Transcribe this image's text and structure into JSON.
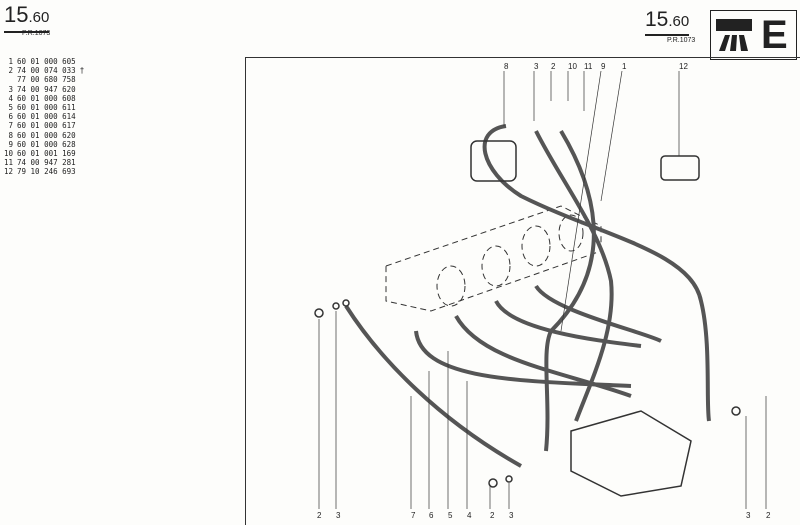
{
  "header": {
    "page_main": "15",
    "page_sub": ".60",
    "pr_ref": "P.R.1073",
    "section_letter": "E"
  },
  "parts": [
    {
      "item": "1",
      "ref": "60 01 000 605",
      "mark": ""
    },
    {
      "item": "2",
      "ref": "74 00 074 033",
      "mark": "†"
    },
    {
      "item": "",
      "ref": "77 00 680 758",
      "mark": ""
    },
    {
      "item": "3",
      "ref": "74 00 947 620",
      "mark": ""
    },
    {
      "item": "4",
      "ref": "60 01 000 608",
      "mark": ""
    },
    {
      "item": "5",
      "ref": "60 01 000 611",
      "mark": ""
    },
    {
      "item": "6",
      "ref": "60 01 000 614",
      "mark": ""
    },
    {
      "item": "7",
      "ref": "60 01 000 617",
      "mark": ""
    },
    {
      "item": "8",
      "ref": "60 01 000 620",
      "mark": ""
    },
    {
      "item": "9",
      "ref": "60 01 000 628",
      "mark": ""
    },
    {
      "item": "10",
      "ref": "60 01 001 169",
      "mark": ""
    },
    {
      "item": "11",
      "ref": "74 00 947 281",
      "mark": ""
    },
    {
      "item": "12",
      "ref": "79 10 246 693",
      "mark": ""
    }
  ],
  "callouts_top": [
    "8",
    "3",
    "2",
    "10",
    "11",
    "9",
    "1",
    "12"
  ],
  "callouts_bottom": [
    "2",
    "3",
    "7",
    "6",
    "5",
    "4",
    "2",
    "3",
    "3",
    "2"
  ]
}
